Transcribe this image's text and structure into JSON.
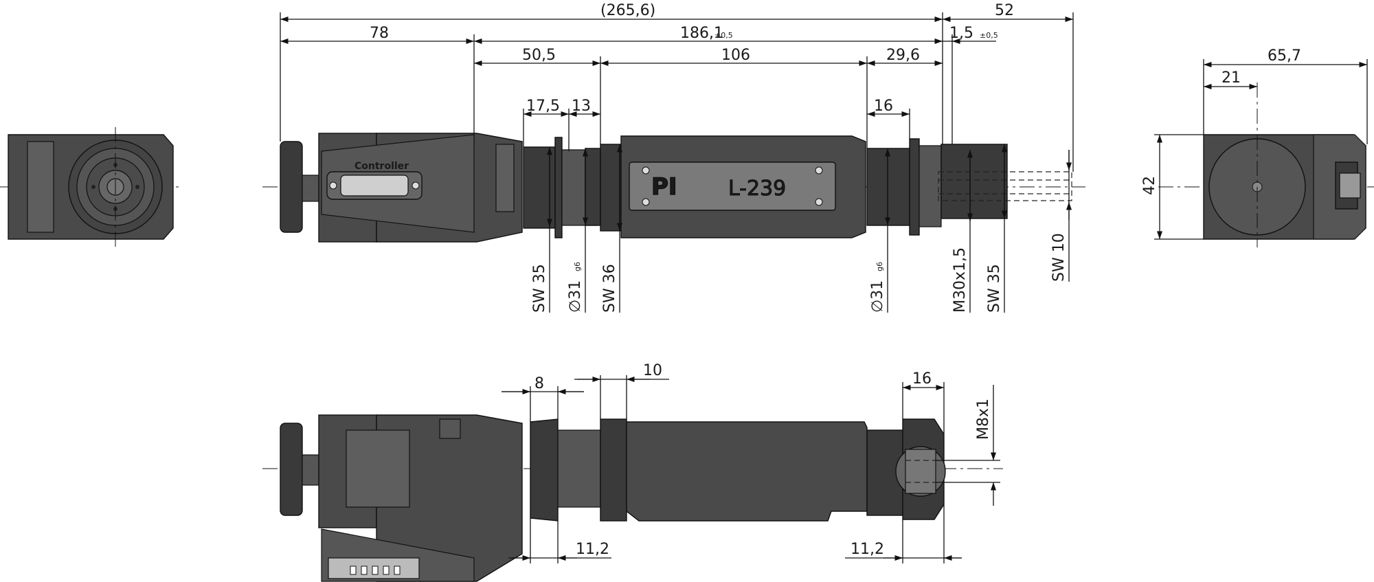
{
  "dimensions": {
    "total_length": "(265,6)",
    "travel_end": "52",
    "motor_section": "78",
    "body_length": "186,1",
    "body_tol": "±0,5",
    "tip_offset": "1,5",
    "tip_tol": "±0,5",
    "front_section": "50,5",
    "main_tube": "106",
    "rear_section": "29,6",
    "flange_a": "17,5",
    "flange_b": "13",
    "nut_width": "16",
    "sw35_left": "SW 35",
    "dia31_left": "∅31",
    "dia31_left_fit": "g6",
    "sw36": "SW 36",
    "dia31_right": "∅31",
    "dia31_right_fit": "g6",
    "thread_m30": "M30x1,5",
    "sw35_right": "SW 35",
    "sw10": "SW 10",
    "end_width": "65,7",
    "end_offset": "21",
    "end_height": "42",
    "bottom_8": "8",
    "bottom_10": "10",
    "bottom_16": "16",
    "thread_m8": "M8x1",
    "bottom_11_2_left": "11,2",
    "bottom_11_2_right": "11,2"
  },
  "labels": {
    "connector": "Controller",
    "logo": "PI",
    "model": "L-239"
  }
}
